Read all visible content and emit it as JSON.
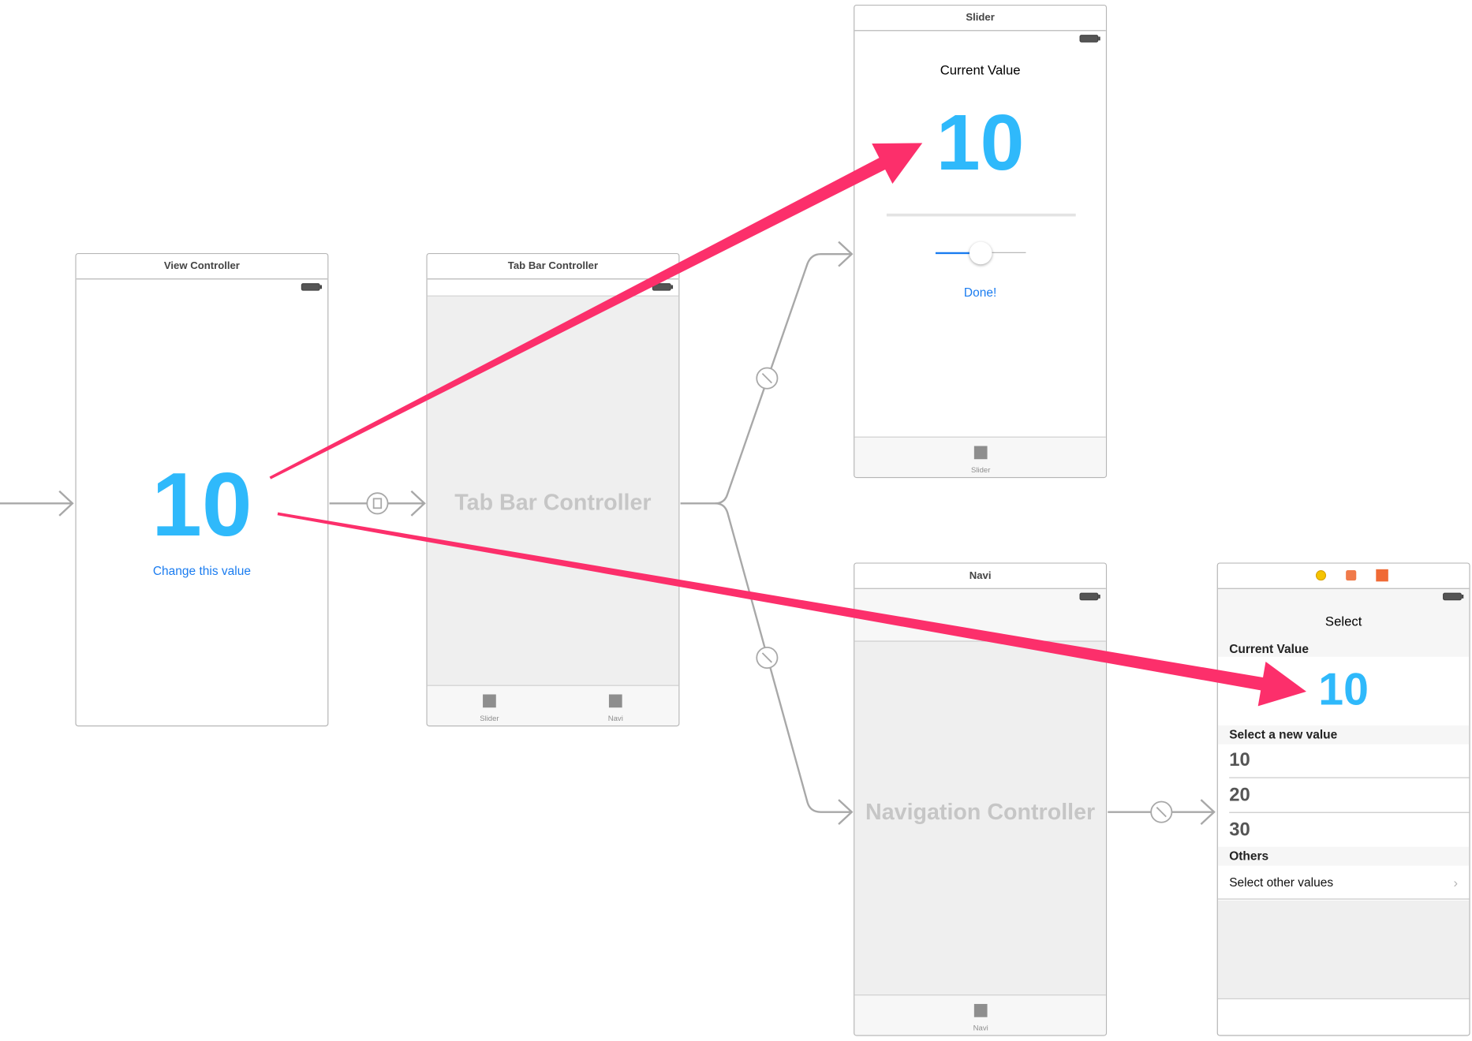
{
  "scenes": {
    "view_controller": {
      "title": "View Controller",
      "value": "10",
      "link": "Change this value"
    },
    "tab_bar_controller": {
      "title": "Tab Bar Controller",
      "placeholder": "Tab Bar Controller",
      "tabs": [
        "Slider",
        "Navi"
      ]
    },
    "slider": {
      "title": "Slider",
      "label": "Current Value",
      "value": "10",
      "slider_fraction": 0.5,
      "button": "Done!",
      "tab": "Slider"
    },
    "navi": {
      "title": "Navi",
      "placeholder": "Navigation Controller",
      "tab": "Navi"
    },
    "select": {
      "icons": [
        "view-controller-icon",
        "first-responder-icon",
        "exit-icon"
      ],
      "nav_title": "Select",
      "current_header": "Current Value",
      "current_value": "10",
      "select_header": "Select a new value",
      "options": [
        "10",
        "20",
        "30"
      ],
      "others_header": "Others",
      "other_row": "Select other values"
    }
  },
  "colors": {
    "accent_value": "#2fb9fb",
    "link": "#1a7cf0",
    "annotation_arrow": "#fc2f6b",
    "segue": "#a8a8a8"
  }
}
